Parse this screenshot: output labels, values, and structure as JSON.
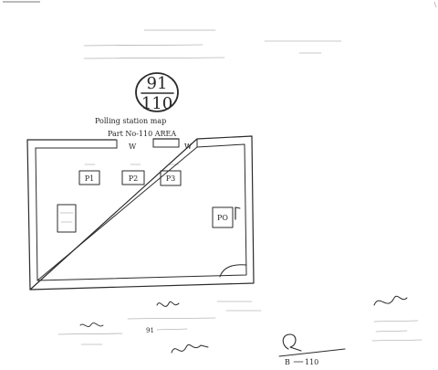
{
  "header": {
    "line1": "",
    "line2": "",
    "line3": "",
    "right_line1": "",
    "right_line2": ""
  },
  "circle": {
    "top": "91",
    "bottom": "110"
  },
  "map_title": {
    "line1": "Polling station map",
    "line2": "Part No-110 AREA"
  },
  "map": {
    "gate_left": "W",
    "gate_right": "W",
    "rooms": [
      {
        "tag": "",
        "label": "P1"
      },
      {
        "tag": "",
        "label": "P2"
      },
      {
        "tag": "",
        "label": "P3"
      }
    ],
    "left_box": "",
    "right_box": "PO",
    "entrance_note": ""
  },
  "footer": {
    "center_line1": "",
    "center_line2": "91",
    "left_line1": "",
    "left_line2": "",
    "right_line1": "",
    "right_line2": "",
    "right_line3": "",
    "bottom_stamp": "B",
    "bottom_number": "110"
  }
}
